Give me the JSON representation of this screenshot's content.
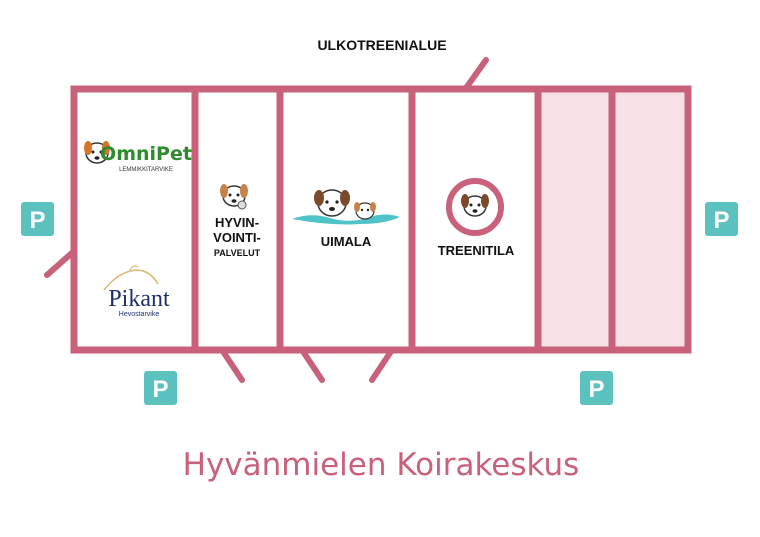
{
  "labels": {
    "outdoor_area": "ULKOTREENIALUE",
    "wellness_line1": "HYVIN-",
    "wellness_line2": "VOINTI-",
    "wellness_line3": "PALVELUT",
    "swimming": "UIMALA",
    "training": "TREENITILA"
  },
  "logos": {
    "omnipet_name": "OmniPet",
    "omnipet_sub": "LEMMIKKITARVIKE",
    "pikant_name": "Pikant",
    "pikant_sub": "Hevostarvike"
  },
  "parking": {
    "label": "P"
  },
  "title": "Hyvänmielen Koirakeskus",
  "colors": {
    "wall": "#c9617b",
    "vacant_fill": "#f7e1e6",
    "parking": "#5cc2bf",
    "omnipet_green": "#2e8b2e",
    "pikant_blue": "#1f2f6e",
    "water": "#4fc3c8"
  }
}
